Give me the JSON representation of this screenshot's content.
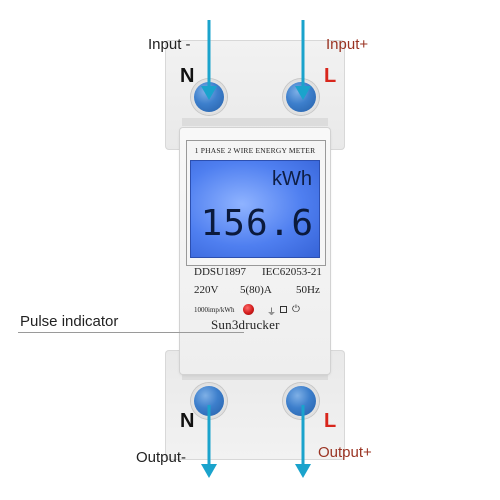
{
  "labels": {
    "input_minus": "Input -",
    "input_plus": "Input+",
    "output_minus": "Output-",
    "output_plus": "Output+",
    "pulse_indicator": "Pulse indicator"
  },
  "terminals": {
    "top_left": "N",
    "top_right": "L",
    "bottom_left": "N",
    "bottom_right": "L"
  },
  "meter": {
    "title": "1 PHASE 2 WIRE ENERGY METER",
    "unit": "kWh",
    "reading": "156.6",
    "model": "DDSU1897",
    "standard": "IEC62053-21",
    "voltage": "220V",
    "current": "5(80)A",
    "frequency": "50Hz",
    "impulse_rate": "1000imp/kWh",
    "brand": "Sun3drucker"
  },
  "colors": {
    "arrow": "#1aa3cc",
    "lcd_backlight": "#4f7ff0",
    "terminal_screw": "#3d7fcc",
    "live_label": "#d8261c",
    "neutral_label": "#111111",
    "pulse_led": "#d21c1c"
  },
  "icons": {
    "wire_arrow": "arrow-down-icon",
    "terminal": "screw-terminal-icon",
    "pulse": "led-indicator-icon"
  }
}
